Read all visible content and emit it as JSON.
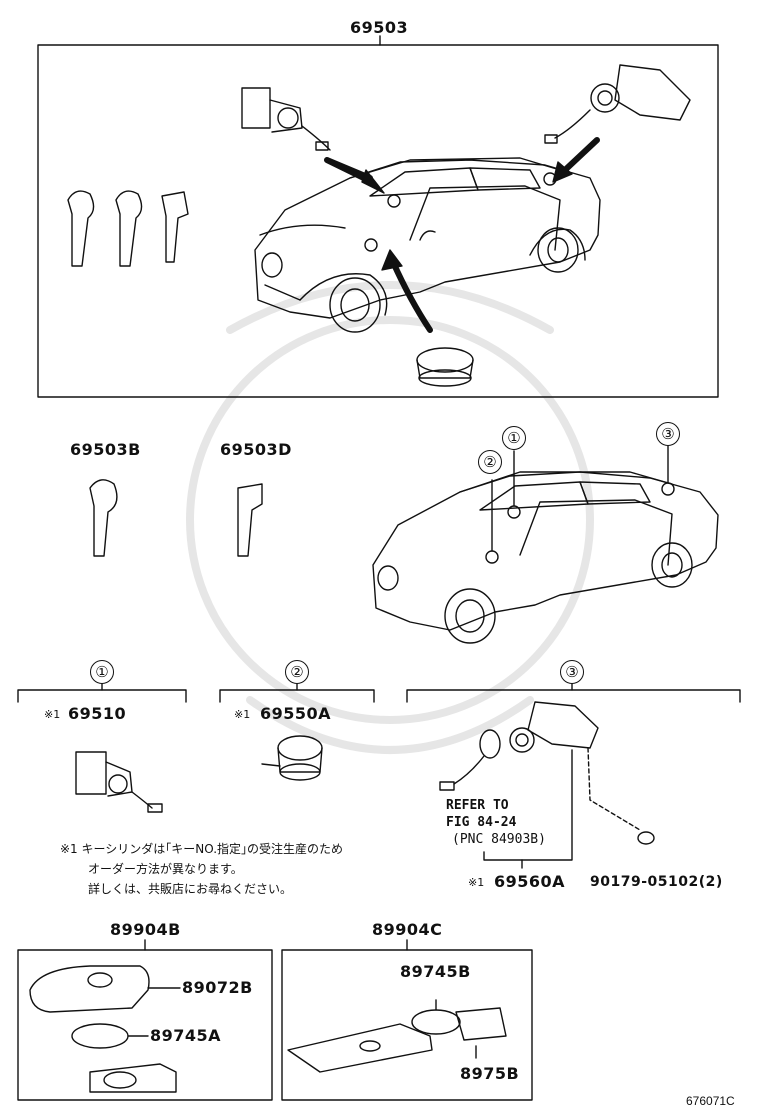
{
  "labels": {
    "main_assembly": "69503",
    "key_b": "69503B",
    "key_d": "69503D",
    "callout1": "①",
    "callout2": "②",
    "callout3": "③",
    "part_69510": "69510",
    "part_69550a": "69550A",
    "part_69560a": "69560A",
    "part_90179": "90179-05102(2)",
    "refer_line1": "REFER TO",
    "refer_line2": "FIG 84-24",
    "refer_line3": "(PNC 84903B)",
    "mark": "※1",
    "kit_b": "89904B",
    "kit_c": "89904C",
    "part_89072b": "89072B",
    "part_89745a": "89745A",
    "part_89745b": "89745B",
    "part_8975b": "8975B",
    "figure_number": "676071C"
  },
  "note": {
    "line1": "※1 キーシリンダは｢キーNO.指定｣の受注生産のため",
    "line2": "オーダー方法が異なります。",
    "line3": "詳しくは、共販店にお尋ねください。"
  }
}
